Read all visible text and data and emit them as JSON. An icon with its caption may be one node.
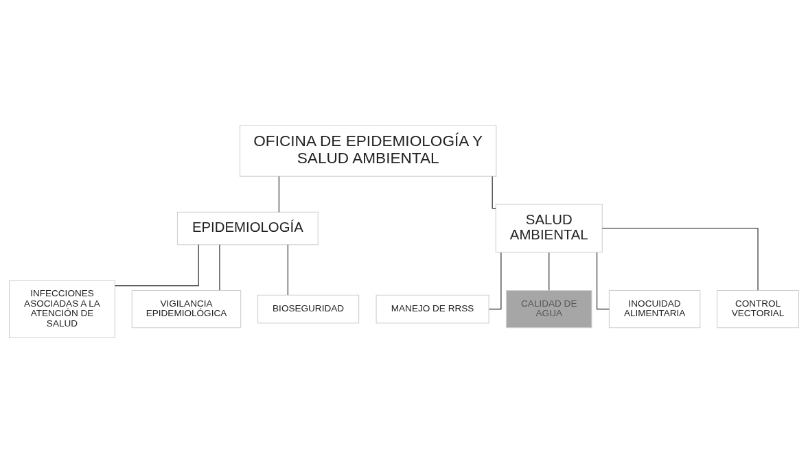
{
  "diagram": {
    "nodes": [
      {
        "text": [
          "OFICINA DE EPIDEMIOLOGÍA Y SALUD AMBIENTAL"
        ]
      },
      {
        "text": [
          "EPIDEMIOLOGÍA"
        ]
      },
      {
        "text": [
          "SALUD AMBIENTAL"
        ]
      },
      {
        "text": [
          "INFECCIONES ASOCIADAS A LA ATENCIÓN DE SALUD"
        ]
      },
      {
        "text": [
          "VIGILANCIA EPIDEMIOLÓGICA"
        ]
      },
      {
        "text": [
          "BIOSEGURIDAD"
        ]
      },
      {
        "text": [
          "MANEJO DE RRSS"
        ]
      },
      {
        "text": [
          "CALIDAD DE AGUA"
        ]
      },
      {
        "text": [
          "INOCUIDAD ALIMENTARIA"
        ]
      },
      {
        "text": [
          "CONTROL VECTORIAL"
        ]
      }
    ],
    "edges": [
      {
        "from": 0,
        "to": 1,
        "arrow": "none"
      },
      {
        "from": 0,
        "to": 2,
        "arrow": "none"
      },
      {
        "from": 1,
        "to": 3,
        "arrow": "none"
      },
      {
        "from": 1,
        "to": 4,
        "arrow": "none"
      },
      {
        "from": 1,
        "to": 5,
        "arrow": "none"
      },
      {
        "from": 2,
        "to": 6,
        "arrow": "none"
      },
      {
        "from": 2,
        "to": 7,
        "arrow": "none"
      },
      {
        "from": 2,
        "to": 8,
        "arrow": "none"
      },
      {
        "from": 2,
        "to": 9,
        "arrow": "none"
      }
    ]
  }
}
